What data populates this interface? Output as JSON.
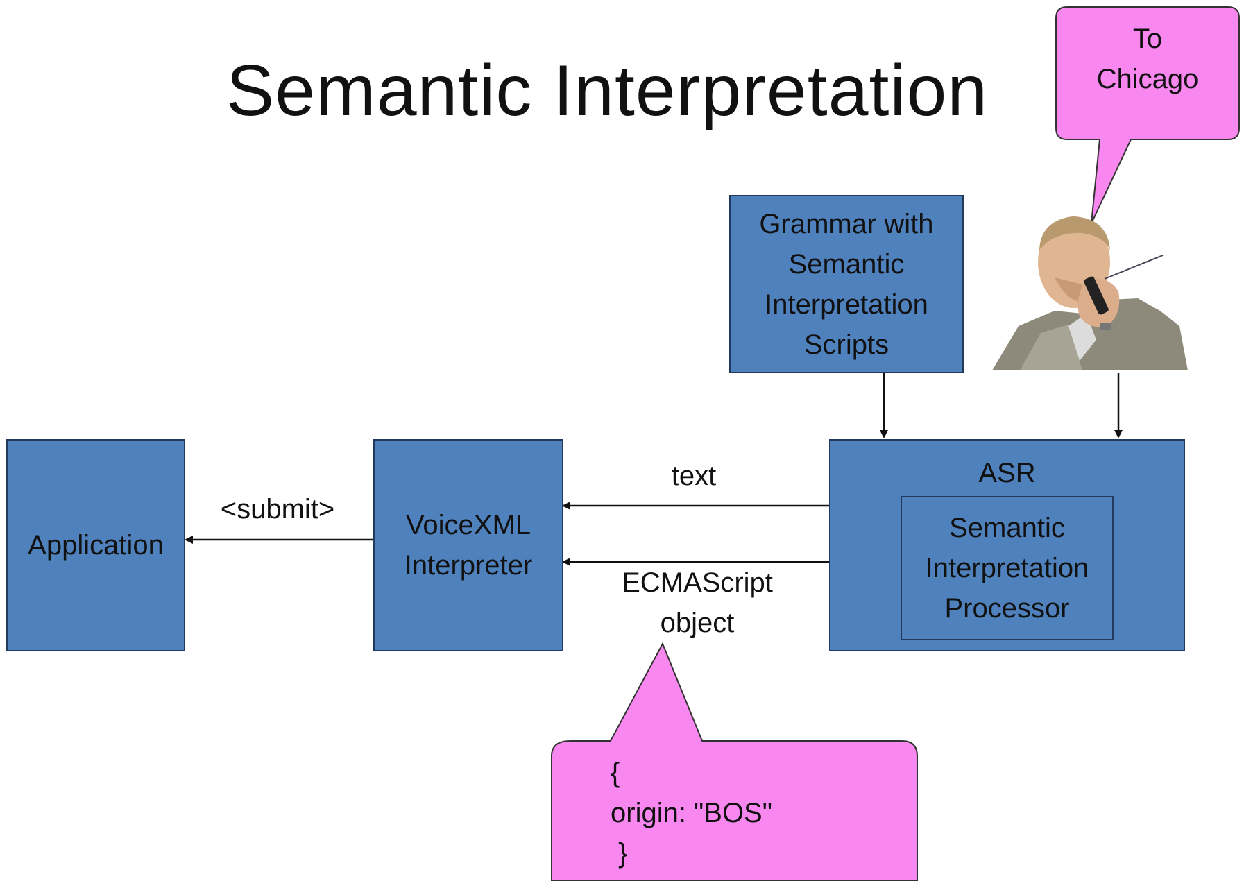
{
  "title": "Semantic Interpretation",
  "boxes": {
    "application": "Application",
    "voicexml": [
      "VoiceXML",
      "Interpreter"
    ],
    "asr": "ASR",
    "si_processor": [
      "Semantic",
      "Interpretation",
      "Processor"
    ],
    "grammar": [
      "Grammar with",
      "Semantic",
      "Interpretation",
      "Scripts"
    ]
  },
  "labels": {
    "submit": "<submit>",
    "text": "text",
    "ecmascript": [
      "ECMAScript",
      "object"
    ]
  },
  "bubbles": {
    "speech": [
      "To",
      "Chicago"
    ],
    "object": [
      "{",
      "origin: \"BOS\"",
      " }"
    ]
  },
  "colors": {
    "box_fill": "#4f81bd",
    "box_border": "#223a5e",
    "bubble_fill": "#f887ef",
    "bubble_border": "#333333"
  }
}
